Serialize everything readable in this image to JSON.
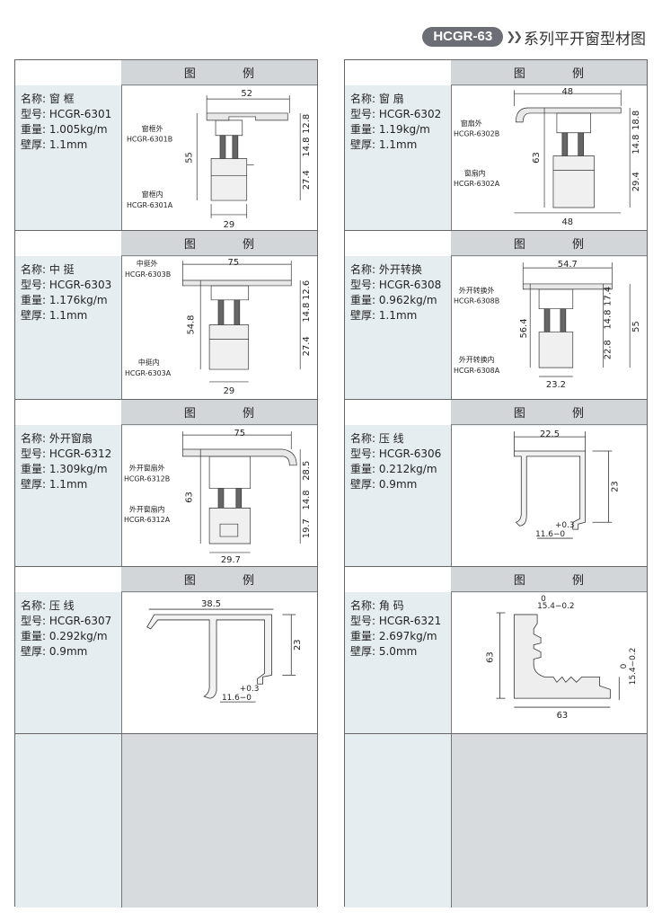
{
  "header": {
    "badge": "HCGR-63",
    "title": "系列平开窗型材图"
  },
  "legend_label": "图 例",
  "left_items": [
    {
      "name": "名称: 窗  框",
      "model": "型号: HCGR-6301",
      "weight": "重量: 1.005kg/m",
      "thickness": "壁厚: 1.1mm",
      "parts": [
        "窗框外",
        "HCGR-6301B",
        "窗框内",
        "HCGR-6301A"
      ],
      "dims": [
        "52",
        "12.8",
        "55",
        "14.8",
        "27.4",
        "29"
      ]
    },
    {
      "name": "名称: 中  挺",
      "model": "型号: HCGR-6303",
      "weight": "重量: 1.176kg/m",
      "thickness": "壁厚: 1.1mm",
      "parts": [
        "中挺外",
        "HCGR-6303B",
        "中挺内",
        "HCGR-6303A"
      ],
      "dims": [
        "75",
        "12.6",
        "54.8",
        "14.8",
        "27.4",
        "29"
      ]
    },
    {
      "name": "名称: 外开窗扇",
      "model": "型号: HCGR-6312",
      "weight": "重量: 1.309kg/m",
      "thickness": "壁厚: 1.1mm",
      "parts": [
        "外开窗扇外",
        "HCGR-6312B",
        "外开窗扇内",
        "HCGR-6312A"
      ],
      "dims": [
        "75",
        "28.5",
        "63",
        "14.8",
        "19.7",
        "29.7"
      ]
    },
    {
      "name": "名称: 压  线",
      "model": "型号: HCGR-6307",
      "weight": "重量: 0.292kg/m",
      "thickness": "壁厚: 0.9mm",
      "parts": [],
      "dims": [
        "38.5",
        "23",
        "+0.3",
        "11.6−0"
      ]
    }
  ],
  "right_items": [
    {
      "name": "名称: 窗  扇",
      "model": "型号: HCGR-6302",
      "weight": "重量: 1.19kg/m",
      "thickness": "壁厚: 1.1mm",
      "parts": [
        "窗扇外",
        "HCGR-6302B",
        "窗扇内",
        "HCGR-6302A"
      ],
      "dims": [
        "48",
        "18.8",
        "63",
        "14.8",
        "29.4",
        "48"
      ]
    },
    {
      "name": "名称: 外开转换",
      "model": "型号: HCGR-6308",
      "weight": "重量: 0.962kg/m",
      "thickness": "壁厚: 1.1mm",
      "parts": [
        "外开转换外",
        "HCGR-6308B",
        "外开转换内",
        "HCGR-6308A"
      ],
      "dims": [
        "54.7",
        "17.4",
        "56.4",
        "14.8",
        "55",
        "22.8",
        "23.2"
      ]
    },
    {
      "name": "名称: 压  线",
      "model": "型号: HCGR-6306",
      "weight": "重量: 0.212kg/m",
      "thickness": "壁厚: 0.9mm",
      "parts": [],
      "dims": [
        "22.5",
        "23",
        "+0.3",
        "11.6−0"
      ]
    },
    {
      "name": "名称: 角  码",
      "model": "型号: HCGR-6321",
      "weight": "重量: 2.697kg/m",
      "thickness": "壁厚: 5.0mm",
      "parts": [],
      "dims": [
        "15.4−0.2",
        "0",
        "63",
        "0",
        "15.4−0.2",
        "63"
      ]
    }
  ]
}
